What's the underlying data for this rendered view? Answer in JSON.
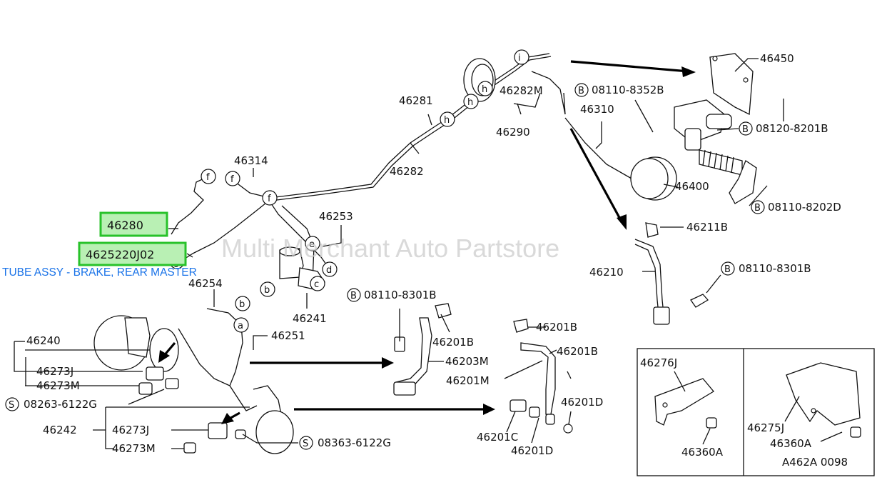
{
  "watermark": "Multi Merchant Auto Partstore",
  "highlight": {
    "part_no": "46280",
    "part_code": "4625220J02",
    "caption": "TUBE ASSY - BRAKE, REAR MASTER"
  },
  "diagram_code": "A462A 0098",
  "labels": {
    "p46450": "46450",
    "p08110_8352B": "08110-8352B",
    "p46282M": "46282M",
    "p46281": "46281",
    "p46310": "46310",
    "p08120_8201B": "08120-8201B",
    "p46290": "46290",
    "p46314": "46314",
    "p46282": "46282",
    "p46400": "46400",
    "p08110_8202D": "08110-8202D",
    "p46253": "46253",
    "p46211B": "46211B",
    "p46210": "46210",
    "p08110_8301B_r": "08110-8301B",
    "p46254": "46254",
    "p46241": "46241",
    "p08110_8301B_m": "08110-8301B",
    "p46240": "46240",
    "p46251": "46251",
    "p46201B_a": "46201B",
    "p46201B_b": "46201B",
    "p46201B_c": "46201B",
    "p46273J_a": "46273J",
    "p46273M_a": "46273M",
    "p46203M": "46203M",
    "p46201M": "46201M",
    "p08263_6122G": "08263-6122G",
    "p46276J": "46276J",
    "p46201D": "46201D",
    "p46242": "46242",
    "p46273J_b": "46273J",
    "p46273M_b": "46273M",
    "p08363_6122G": "08363-6122G",
    "p46201C": "46201C",
    "p46201D_b": "46201D",
    "p46275J": "46275J",
    "p46360A_a": "46360A",
    "p46360A_b": "46360A"
  },
  "bolt_marks": {
    "b": "B",
    "s": "S"
  },
  "joint_letters": [
    "a",
    "b",
    "c",
    "d",
    "e",
    "f",
    "g",
    "h",
    "i"
  ]
}
